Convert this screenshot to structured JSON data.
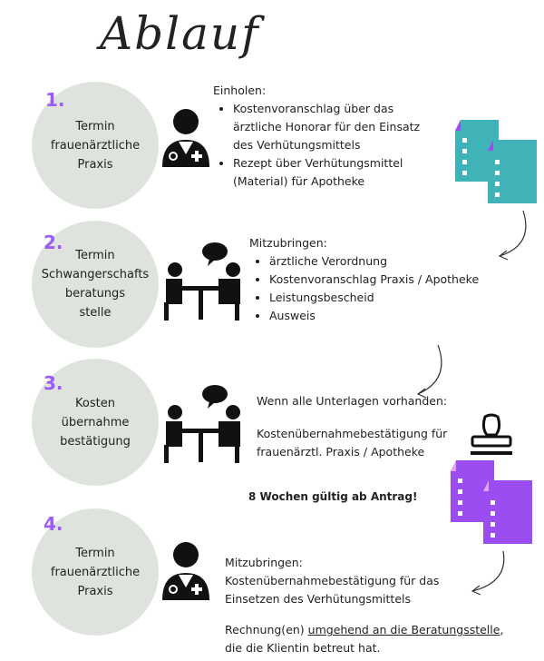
{
  "title": "Ablauf",
  "colors": {
    "circle": "#dfe3dd",
    "number": "#9b5cf6",
    "doc_teal": "#3fb3b8",
    "doc_purple": "#9b4df2"
  },
  "steps": [
    {
      "number": "1.",
      "label": "Termin\nfrauenärztliche\nPraxis",
      "icon": "doctor-icon",
      "heading": "Einholen:",
      "items": [
        "Kostenvoranschlag über das ärztliche Honorar für den Einsatz des Verhütungsmittels",
        "Rezept über Verhütungsmittel (Material) für Apotheke"
      ]
    },
    {
      "number": "2.",
      "label": "Termin\nSchwangerschafts\nberatungs\nstelle",
      "icon": "consultation-icon",
      "heading": "Mitzubringen:",
      "items": [
        "ärztliche Verordnung",
        "Kostenvoranschlag Praxis / Apotheke",
        "Leistungsbescheid",
        "Ausweis"
      ]
    },
    {
      "number": "3.",
      "label": "Kosten\nübernahme\nbestätigung",
      "icon": "consultation-icon",
      "heading": "Wenn alle Unterlagen vorhanden:",
      "body": "Kostenübernahmebestätigung für frauenärztl. Praxis / Apotheke",
      "note": "8 Wochen gültig ab Antrag!"
    },
    {
      "number": "4.",
      "label": "Termin\nfrauenärztliche\nPraxis",
      "icon": "doctor-icon",
      "heading": "Mitzubringen:",
      "body": "Kostenübernahmebestätigung für das Einsetzen des Verhütungsmittels",
      "footer_pre": "Rechnung(en) ",
      "footer_underlined": "umgehend an die Beratungsstelle",
      "footer_post": ", die die Klientin betreut hat."
    }
  ]
}
